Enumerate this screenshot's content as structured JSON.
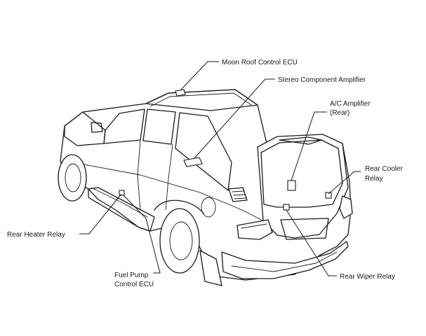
{
  "labels": {
    "moon_roof_ecu": "Moon Roof Control ECU",
    "stereo_amp": "Stereo Component Amplifier",
    "ac_amp_line1": "A/C Amplifier",
    "ac_amp_line2": "(Rear)",
    "rear_cooler_line1": "Rear Cooler",
    "rear_cooler_line2": "Relay",
    "rear_heater": "Rear Heater Relay",
    "fuel_pump_line1": "Fuel Pump",
    "fuel_pump_line2": "Control ECU",
    "rear_wiper": "Rear Wiper Relay"
  }
}
